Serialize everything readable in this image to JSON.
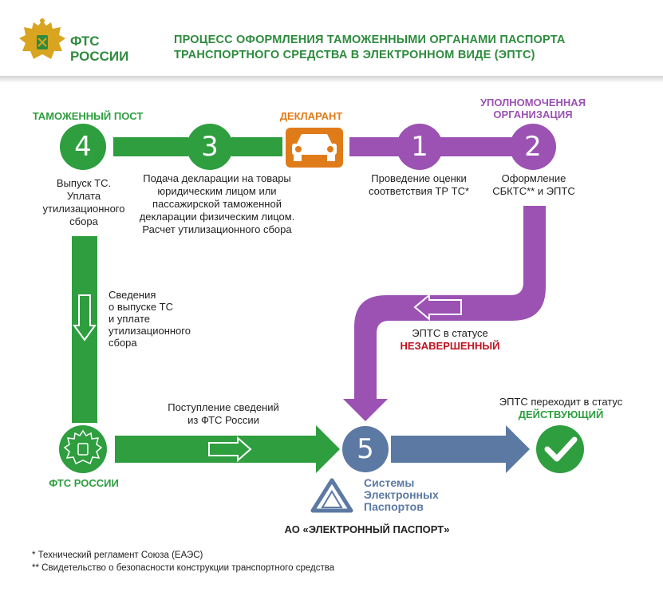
{
  "header": {
    "logo_line1": "ФТС",
    "logo_line2": "РОССИИ",
    "title_line1": "ПРОЦЕСС ОФОРМЛЕНИЯ ТАМОЖЕННЫМИ ОРГАНАМИ ПАСПОРТА",
    "title_line2": "ТРАНСПОРТНОГО СРЕДСТВА В ЭЛЕКТРОННОМ ВИДЕ (ЭПТС)"
  },
  "roles": {
    "customs_post": "ТАМОЖЕННЫЙ ПОСТ",
    "declarant": "ДЕКЛАРАНТ",
    "authorized_line1": "УПОЛНОМОЧЕННАЯ",
    "authorized_line2": "ОРГАНИЗАЦИЯ",
    "fts": "ФТС РОССИИ",
    "ao": "АО «ЭЛЕКТРОННЫЙ ПАСПОРТ»"
  },
  "steps": {
    "s1": {
      "num": "1",
      "line1": "Проведение оценки",
      "line2": "соответствия ТР ТС*"
    },
    "s2": {
      "num": "2",
      "line1": "Оформление",
      "line2": "СБКТС** и ЭПТС"
    },
    "s3": {
      "num": "3",
      "line1": "Подача декларации на товары",
      "line2": "юридическим лицом или",
      "line3": "пассажирской таможенной",
      "line4": "декларации физическим лицом.",
      "line5": "Расчет утилизационного сбора"
    },
    "s4": {
      "num": "4",
      "line1": "Выпуск ТС.",
      "line2": "Уплата",
      "line3": "утилизационного",
      "line4": "сбора"
    },
    "s5": {
      "num": "5"
    }
  },
  "flows": {
    "release_info": [
      "Сведения",
      "о выпуске ТС",
      "и уплате",
      "утилизационного",
      "сбора"
    ],
    "receipt_line1": "Поступление сведений",
    "receipt_line2": "из ФТС России",
    "incomplete_line1": "ЭПТС в статусе",
    "incomplete_status": "НЕЗАВЕРШЕННЫЙ",
    "valid_line1": "ЭПТС переходит в статус",
    "valid_status": "ДЕЙСТВУЮЩИЙ"
  },
  "systems_logo": {
    "line1": "Системы",
    "line2": "Электронных",
    "line3": "Паспортов"
  },
  "footnotes": {
    "f1": "*   Технический регламент Союза (ЕАЭС)",
    "f2": "** Свидетельство о безопасности конструкции транспортного средства"
  },
  "icons": {
    "emblem": "double-headed-eagle-emblem",
    "car": "car-icon",
    "check": "checkmark-icon",
    "systems": "triangle-logo-icon"
  },
  "colors": {
    "green": "#2e9e3f",
    "orange": "#e07b1a",
    "purple": "#9b52b3",
    "blue": "#5b79a3",
    "red": "#c1121f"
  }
}
